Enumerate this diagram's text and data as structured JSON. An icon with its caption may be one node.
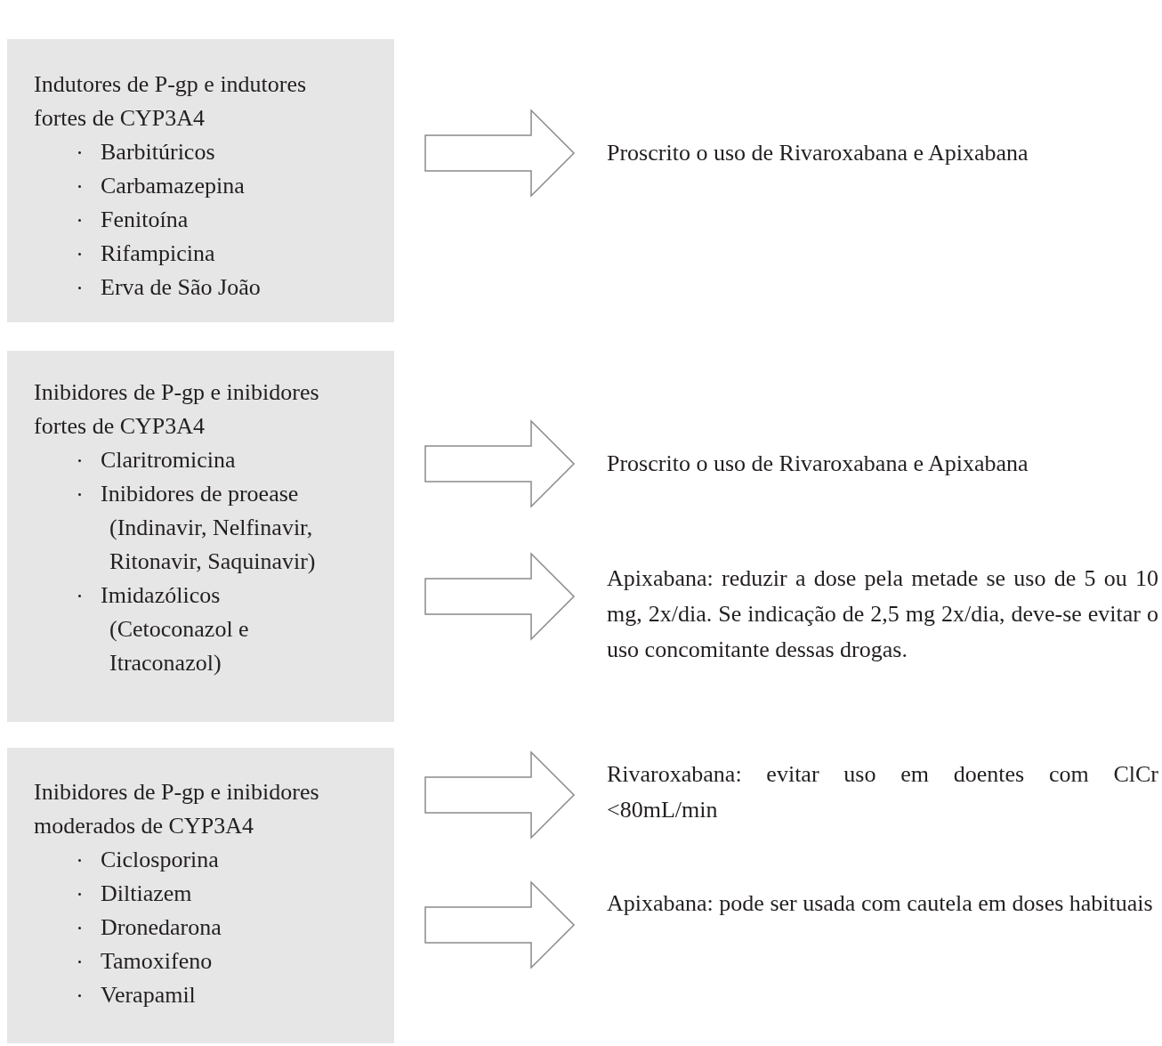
{
  "diagram": {
    "nodes": [
      {
        "text": [
          "Indutores de P-gp e indutores fortes de CYP3A4",
          "Barbitúricos",
          "Carbamazepina",
          "Fenitoína",
          "Rifampicina",
          "Erva de São João"
        ]
      },
      {
        "text": [
          "Proscrito o uso de Rivaroxabana e Apixabana"
        ]
      },
      {
        "text": [
          "Inibidores de P-gp e inibidores fortes de CYP3A4",
          "Claritromicina",
          "Inibidores de proease (Indinavir, Nelfinavir, Ritonavir, Saquinavir)",
          "Imidazólicos (Cetoconazol e Itraconazol)"
        ]
      },
      {
        "text": [
          "Proscrito o uso de Rivaroxabana e Apixabana"
        ]
      },
      {
        "text": [
          "Apixabana: reduzir a dose pela metade se uso de 5 ou 10 mg, 2x/dia. Se indicação de 2,5 mg 2x/dia, deve-se evitar o uso concomitante dessas drogas."
        ]
      },
      {
        "text": [
          "Inibidores de P-gp e inibidores moderados de CYP3A4",
          "Ciclosporina",
          "Diltiazem",
          "Dronedarona",
          "Tamoxifeno",
          "Verapamil"
        ]
      },
      {
        "text": [
          "Rivaroxabana: evitar uso em doentes com ClCr <80mL/min"
        ]
      },
      {
        "text": [
          "Apixabana: pode ser usada com cautela em doses habituais"
        ]
      }
    ],
    "edges": [
      {
        "from": 0,
        "to": 1,
        "arrow": "to"
      },
      {
        "from": 2,
        "to": 3,
        "arrow": "to"
      },
      {
        "from": 2,
        "to": 4,
        "arrow": "to"
      },
      {
        "from": 5,
        "to": 6,
        "arrow": "to"
      },
      {
        "from": 5,
        "to": 7,
        "arrow": "to"
      }
    ]
  }
}
